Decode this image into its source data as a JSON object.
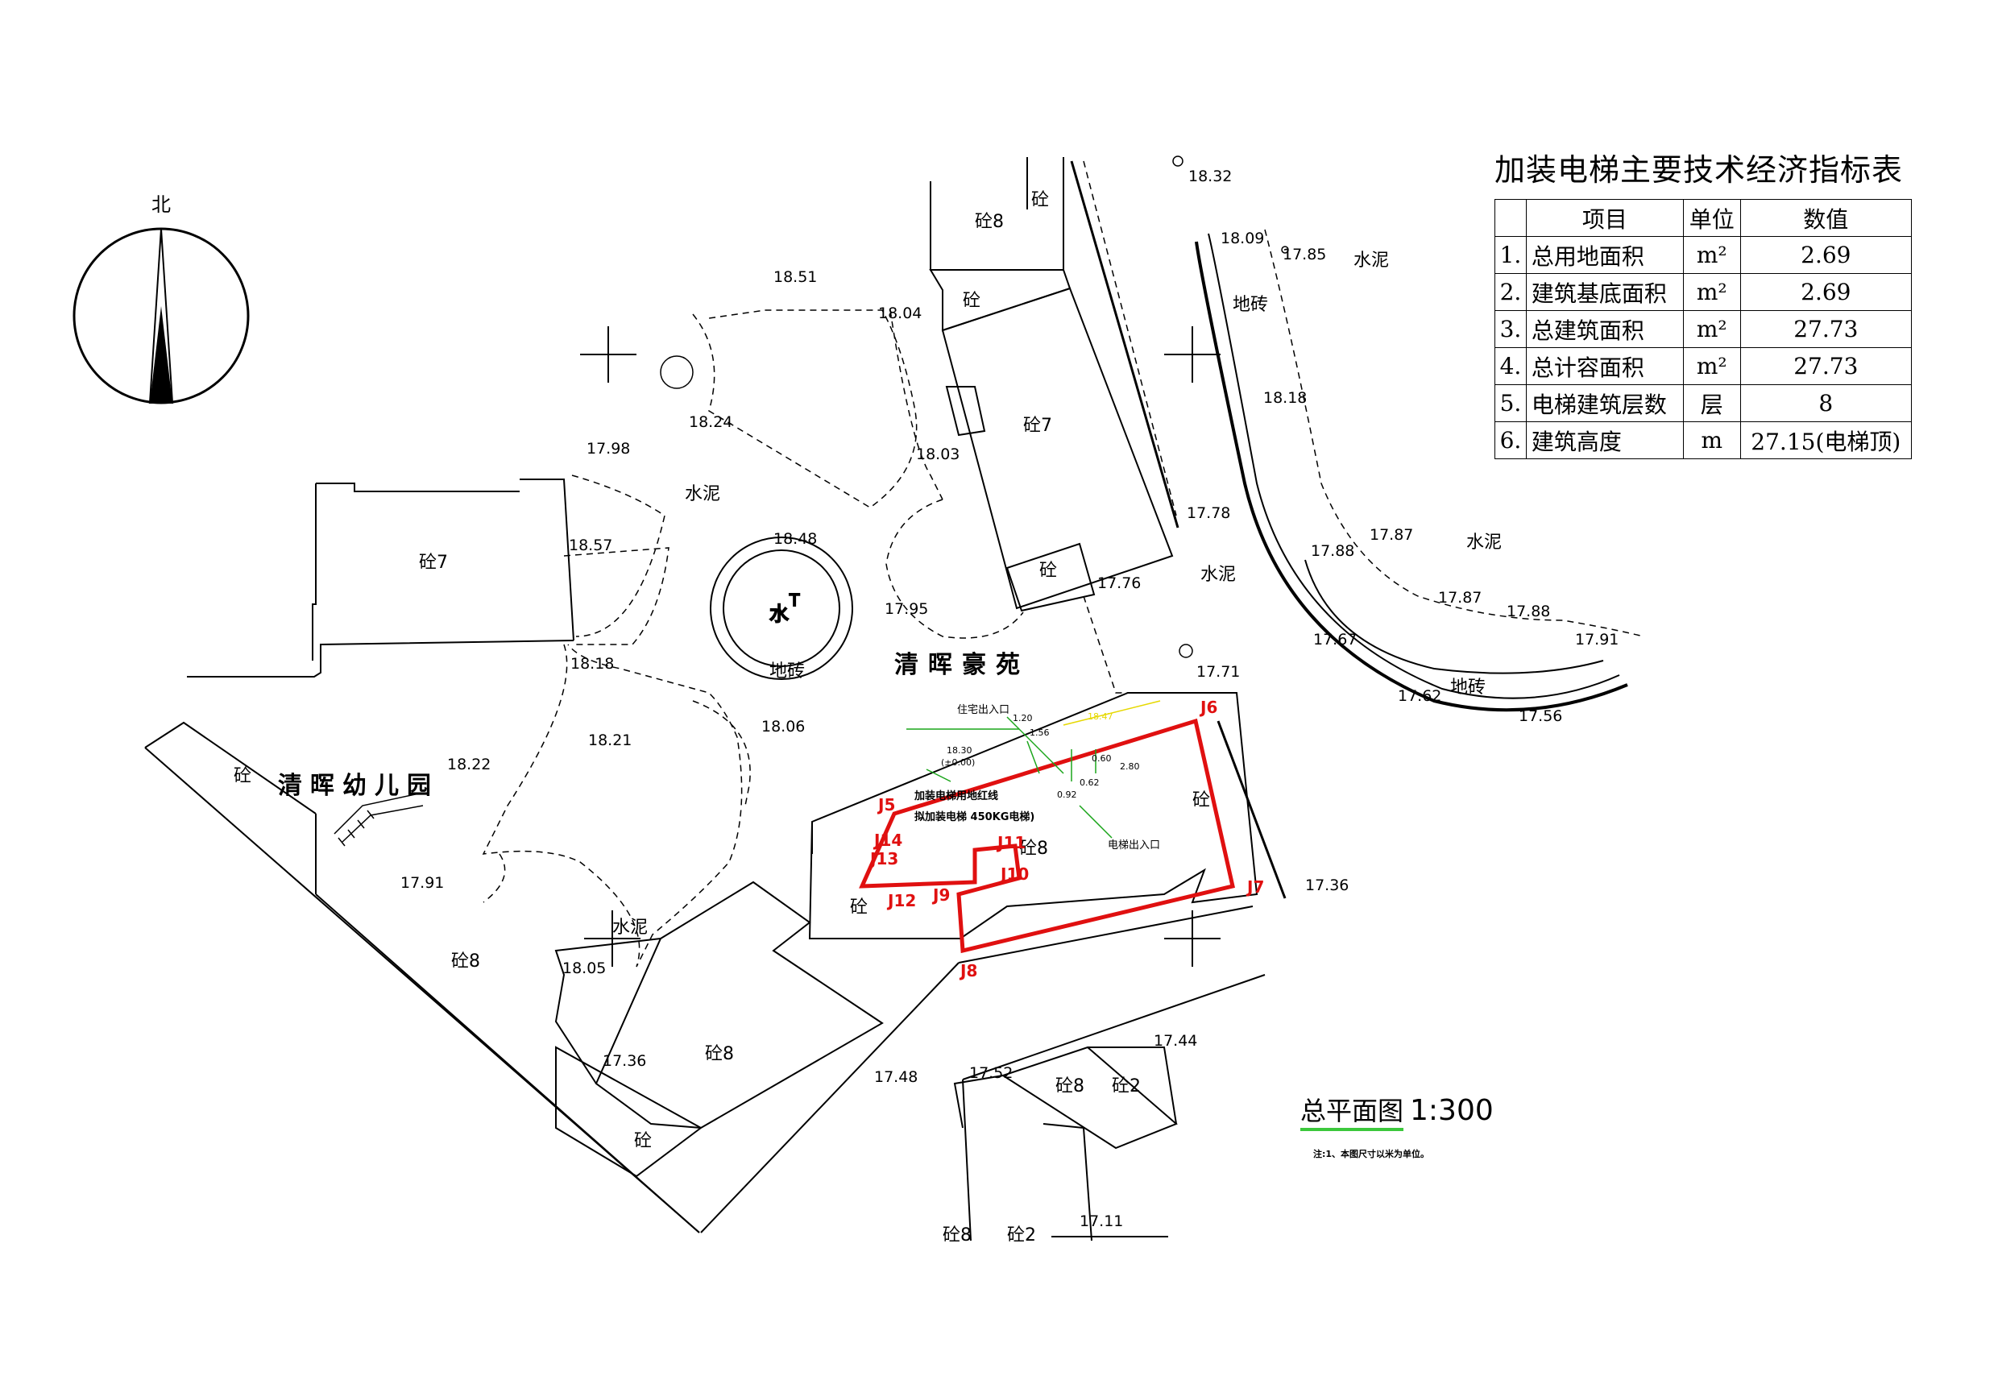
{
  "table": {
    "title": "加装电梯主要技术经济指标表",
    "headers": [
      "",
      "项目",
      "单位",
      "数值"
    ],
    "rows": [
      {
        "no": "1.",
        "name": "总用地面积",
        "unit": "m²",
        "value": "2.69"
      },
      {
        "no": "2.",
        "name": "建筑基底面积",
        "unit": "m²",
        "value": "2.69"
      },
      {
        "no": "3.",
        "name": "总建筑面积",
        "unit": "m²",
        "value": "27.73"
      },
      {
        "no": "4.",
        "name": "总计容面积",
        "unit": "m²",
        "value": "27.73"
      },
      {
        "no": "5.",
        "name": "电梯建筑层数",
        "unit": "层",
        "value": "8"
      },
      {
        "no": "6.",
        "name": "建筑高度",
        "unit": "m",
        "value": "27.15(电梯顶)"
      }
    ]
  },
  "north_label": "北",
  "place_names": {
    "estate": "清晖豪苑",
    "kindergarten": "清晖幼儿园"
  },
  "scale": {
    "title": "总平面图",
    "ratio": "1:300"
  },
  "note": "注:1、本图尺寸以米为单位。",
  "buildings": {
    "c8_top": "砼8",
    "c_top": "砼",
    "c_top2": "砼",
    "c7_right": "砼7",
    "c_mid": "砼",
    "c7_left": "砼7",
    "c_kg": "砼",
    "c8_left": "砼8",
    "c8_bottom": "砼8",
    "c_bottom": "砼",
    "c_center": "砼",
    "c8_elev": "砼8",
    "c_elev_bldg": "砼",
    "c8_sb": "砼8",
    "c2_sb": "砼2",
    "c8_foot": "砼8",
    "c2_foot": "砼2"
  },
  "materials": {
    "cement1": "水泥",
    "cement2": "水泥",
    "cement3": "水泥",
    "cement4": "水泥",
    "cement5": "水泥",
    "tile1": "地砖",
    "tile2": "地砖",
    "tile3": "地砖",
    "water": "水",
    "water_t": "T"
  },
  "elevations": {
    "e1832": "18.32",
    "e1809": "18.09",
    "e1785": "17.85",
    "e1851": "18.51",
    "e1804": "18.04",
    "e1824": "18.24",
    "e1803": "18.03",
    "e1818a": "18.18",
    "e1798": "17.98",
    "e1848": "18.48",
    "e1857": "18.57",
    "e1795": "17.95",
    "e1778": "17.78",
    "e1776": "17.76",
    "e1788a": "17.88",
    "e1787a": "17.87",
    "e1787b": "17.87",
    "e1788b": "17.88",
    "e1767": "17.67",
    "e1791a": "17.91",
    "e1762": "17.62",
    "e1756": "17.56",
    "e1771": "17.71",
    "e1818b": "18.18",
    "e1821": "18.21",
    "e1806": "18.06",
    "e1822": "18.22",
    "e1791b": "17.91",
    "e1805": "18.05",
    "e1736a": "17.36",
    "e1736b": "17.36",
    "e1748": "17.48",
    "e1752": "17.52",
    "e1744": "17.44",
    "e1711": "17.11"
  },
  "points": {
    "j5": "J5",
    "j6": "J6",
    "j7": "J7",
    "j8": "J8",
    "j9": "J9",
    "j10": "J10",
    "j11": "J11",
    "j12": "J12",
    "j13": "J13",
    "j14": "J14"
  },
  "annotations": {
    "res_entry": "住宅出入口",
    "elev_entry": "电梯出入口",
    "redline": "加装电梯用地红线",
    "proposed": "拟加装电梯 450KG电梯)",
    "dim_120": "1.20",
    "dim_156": "1.56",
    "dim_1830": "18.30",
    "dim_000": "(±0.00)",
    "dim_280": "2.80",
    "dim_a": "0.60",
    "dim_b": "0.62",
    "dim_c": "0.92",
    "yellow": "18.47"
  },
  "colors": {
    "line": "#000000",
    "redline": "#e01010",
    "dim": "#1aa51a",
    "yellow": "#e6d800",
    "underline": "#3cc83c"
  }
}
